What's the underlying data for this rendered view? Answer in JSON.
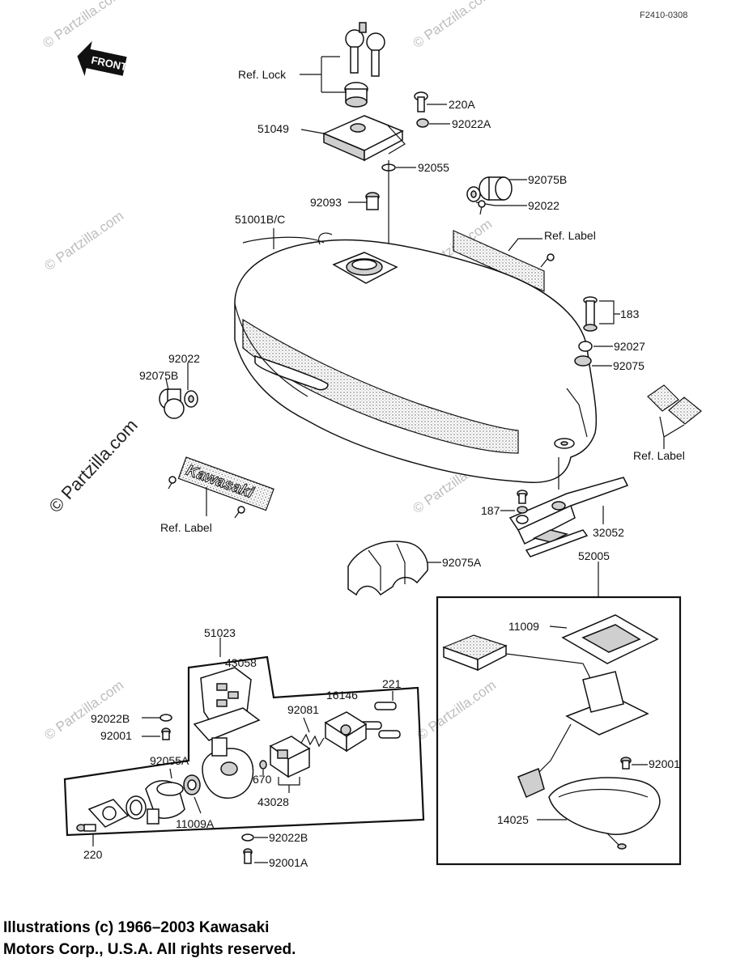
{
  "diagram": {
    "code": "F2410-0308",
    "front_label": "FRONT",
    "labels": {
      "ref_lock": "Ref. Lock",
      "p220A": "220A",
      "p92022A": "92022A",
      "p51049": "51049",
      "p92055": "92055",
      "p92075B_top": "92075B",
      "p92022_top": "92022",
      "p92093": "92093",
      "p51001BC": "51001B/C",
      "ref_label_top": "Ref.  Label",
      "p183": "183",
      "p92027": "92027",
      "p92075": "92075",
      "p92022_left": "92022",
      "p92075B_left": "92075B",
      "ref_label_right": "Ref. Label",
      "ref_label_left": "Ref.  Label",
      "p187": "187",
      "p32052": "32052",
      "p92075A": "92075A",
      "p52005": "52005",
      "p11009": "11009",
      "p51023": "51023",
      "p43058": "43058",
      "p16146": "16146",
      "p221": "221",
      "p92081": "92081",
      "p92022B_upper": "92022B",
      "p92001_left": "92001",
      "p92055A": "92055A",
      "p670": "670",
      "p43028": "43028",
      "p11009A": "11009A",
      "p92001_right": "92001",
      "p14025": "14025",
      "p220": "220",
      "p92022B_lower": "92022B",
      "p92001A": "92001A"
    },
    "badge_text": "Kawasaki",
    "watermark": "© Partzilla.com"
  },
  "copyright": {
    "line1": "Illustrations (c) 1966–2003 Kawasaki",
    "line2": "Motors Corp., U.S.A.  All rights reserved."
  }
}
